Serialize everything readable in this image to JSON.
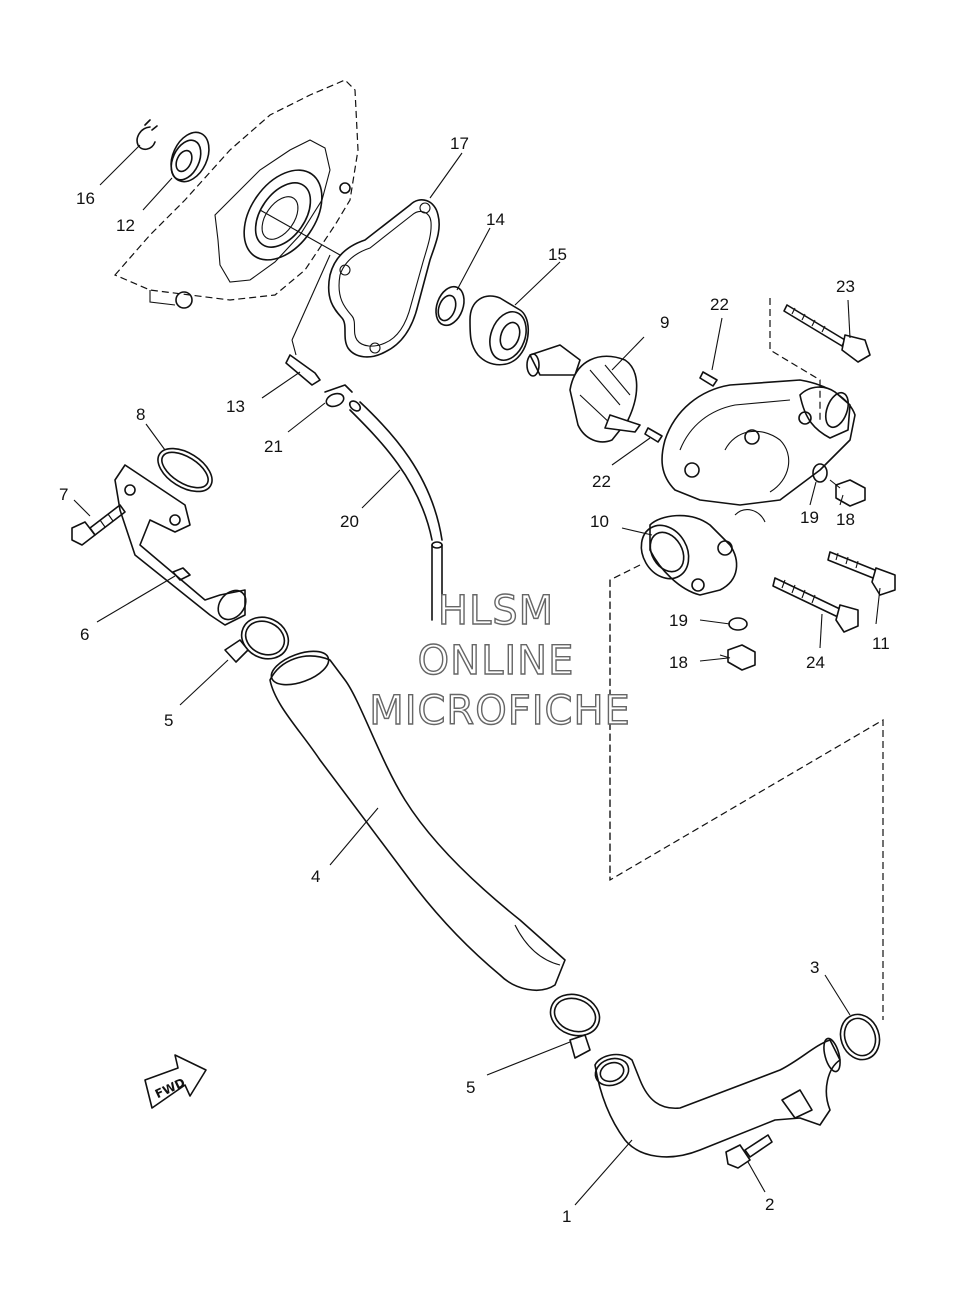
{
  "callouts": [
    {
      "id": "p1",
      "text": "1"
    },
    {
      "id": "p2",
      "text": "2"
    },
    {
      "id": "p3",
      "text": "3"
    },
    {
      "id": "p4",
      "text": "4"
    },
    {
      "id": "p5a",
      "text": "5"
    },
    {
      "id": "p5b",
      "text": "5"
    },
    {
      "id": "p6",
      "text": "6"
    },
    {
      "id": "p7",
      "text": "7"
    },
    {
      "id": "p8",
      "text": "8"
    },
    {
      "id": "p9",
      "text": "9"
    },
    {
      "id": "p10",
      "text": "10"
    },
    {
      "id": "p11",
      "text": "11"
    },
    {
      "id": "p12",
      "text": "12"
    },
    {
      "id": "p13",
      "text": "13"
    },
    {
      "id": "p14",
      "text": "14"
    },
    {
      "id": "p15",
      "text": "15"
    },
    {
      "id": "p16",
      "text": "16"
    },
    {
      "id": "p17",
      "text": "17"
    },
    {
      "id": "p18a",
      "text": "18"
    },
    {
      "id": "p18b",
      "text": "18"
    },
    {
      "id": "p19a",
      "text": "19"
    },
    {
      "id": "p19b",
      "text": "19"
    },
    {
      "id": "p20",
      "text": "20"
    },
    {
      "id": "p21",
      "text": "21"
    },
    {
      "id": "p22a",
      "text": "22"
    },
    {
      "id": "p22b",
      "text": "22"
    },
    {
      "id": "p23",
      "text": "23"
    },
    {
      "id": "p24",
      "text": "24"
    }
  ],
  "watermark": {
    "line1": "HLSM",
    "line2": "ONLINE",
    "line3": "MICROFICHE"
  },
  "fwd_label": "FWD"
}
